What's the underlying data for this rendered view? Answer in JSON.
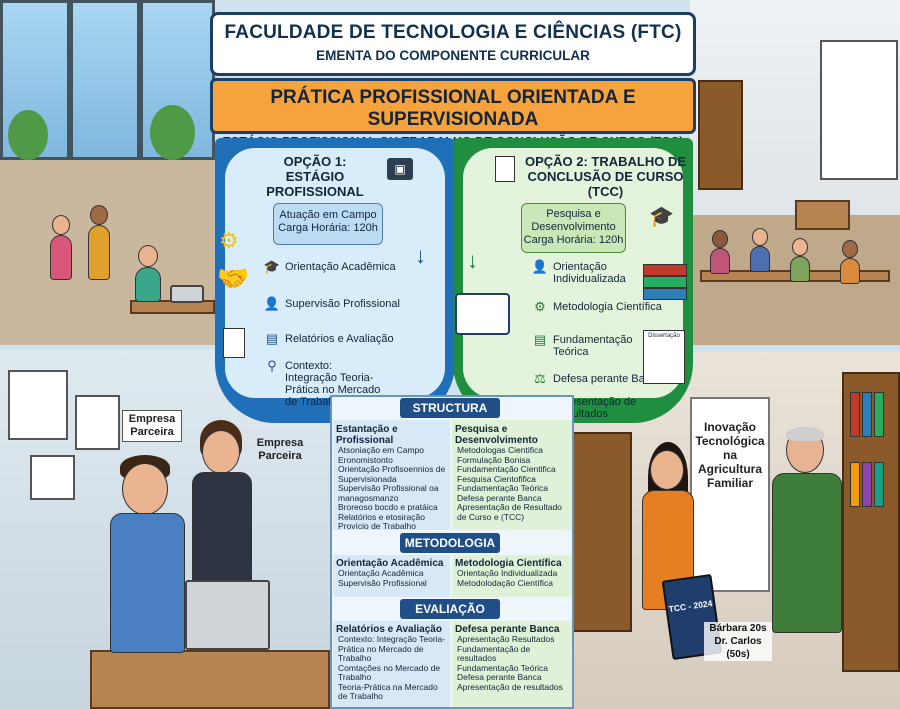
{
  "header": {
    "title": "FACULDADE DE TECNOLOGIA E CIÊNCIAS (FTC)",
    "subtitle": "EMENTA DO COMPONENTE CURRICULAR"
  },
  "banner": {
    "title": "PRÁTICA PROFISSIONAL ORIENTADA E SUPERVISIONADA",
    "subtitle": "ESTÁGIO PROFISSIONAL OU TRABALHO DE CONCLUSÃO DE CURSO (TCC)"
  },
  "option1": {
    "title_line1": "OPÇÃO 1:",
    "title_line2": "ESTÁGIO PROFISSIONAL",
    "box_line1": "Atuação em Campo",
    "box_line2": "Carga Horária: 120h",
    "items": [
      "Orientação Acadêmica",
      "Supervisão Profissional",
      "Relatórios e Avaliação",
      "Contexto: Integração Teoria-Prática no Mercado de Trabalho"
    ]
  },
  "option2": {
    "title_line1": "OPÇÃO 2: TRABALHO DE",
    "title_line2": "CONCLUSÃO DE CURSO (TCC)",
    "box_line1": "Pesquisa e",
    "box_line2": "Desenvolvimento",
    "box_line3": "Carga Horária: 120h",
    "items": [
      "Orientação Individualizada",
      "Metodologia Científica",
      "Fundamentação Teórica",
      "Defesa perante Banca",
      "Apresentação de Resultados"
    ],
    "doc_label": "Dissertação"
  },
  "sections": {
    "structure": "STRUCTURA",
    "methodology": "METODOLOGIA",
    "evaluation": "EVALIAÇÃO"
  },
  "structure": {
    "left_title": "Estantação e Profissional",
    "left_items": [
      "Atsoniação em Campo",
      "Eronomistonto",
      "Orientação Profisoennios de Supervisionada",
      "Supervisão Profissional oa managosmanzo",
      "Broreoso bocdo e pratáica",
      "Relatórios e etosiração Provício de Trabalho"
    ],
    "right_title": "Pesquisa e Desenvolvimento",
    "right_items": [
      "Metodologas Cientifica",
      "Formulação Bonisa",
      "Fundamentação Cientifica",
      "Fesquisa Cientofifica",
      "Fundamentação Teórica",
      "Defesa perante Banca",
      "Apresentação de Resultado de Curso e (TCC)"
    ]
  },
  "methodology": {
    "left_title": "Orientação Acadêmica",
    "left_items": [
      "Orientação Acadêmica",
      "Supervisão Profissional"
    ],
    "right_title": "Metodologia Científica",
    "right_items": [
      "Orientação Individualizada",
      "Metodolodação Científica"
    ]
  },
  "evaluation": {
    "left_title": "Relatórios e Avaliação",
    "left_items": [
      "Contexto: Integração Teoria-Prática no Mercado de Trabalho",
      "Comtações no Mercado de Trabalho",
      "Teoria-Prática na Mercado de Trabalho"
    ],
    "right_title": "Defesa perante Banca",
    "right_items": [
      "Apresentação Resultados",
      "Fundamentação de resultados",
      "Fundamentação Teórica",
      "Defesa perante Banca",
      "Apresentação de resultados"
    ]
  },
  "scene_labels": {
    "empresa_parceira_1": "Empresa Parceira",
    "empresa_parceira_2": "Empresa Parceira",
    "board_title": "Inovação Tecnológica na Agricultura Familiar",
    "tcc_book": "TCC - 2024",
    "names": "Bárbara 20s Dr. Carlos (50s)"
  },
  "colors": {
    "navy": "#1d3f63",
    "orange": "#f7a33d",
    "blue_panel": "#1f6fb9",
    "green_panel": "#1f8f3f"
  }
}
